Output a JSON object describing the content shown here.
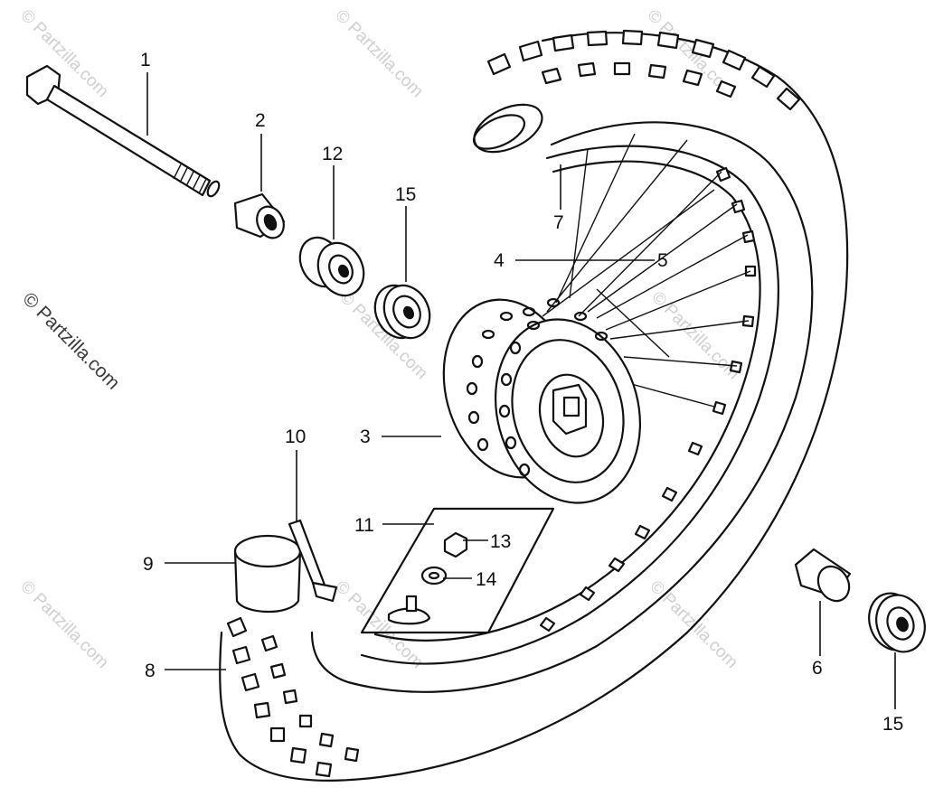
{
  "diagram": {
    "callouts": [
      {
        "id": "1",
        "label": "1"
      },
      {
        "id": "2",
        "label": "2"
      },
      {
        "id": "3",
        "label": "3"
      },
      {
        "id": "4",
        "label": "4"
      },
      {
        "id": "5",
        "label": "5"
      },
      {
        "id": "6",
        "label": "6"
      },
      {
        "id": "7",
        "label": "7"
      },
      {
        "id": "8",
        "label": "8"
      },
      {
        "id": "9",
        "label": "9"
      },
      {
        "id": "10",
        "label": "10"
      },
      {
        "id": "11",
        "label": "11"
      },
      {
        "id": "12",
        "label": "12"
      },
      {
        "id": "13",
        "label": "13"
      },
      {
        "id": "14",
        "label": "14"
      },
      {
        "id": "15a",
        "label": "15"
      },
      {
        "id": "15b",
        "label": "15"
      }
    ]
  },
  "watermark": {
    "text": "© Partzilla.com"
  }
}
